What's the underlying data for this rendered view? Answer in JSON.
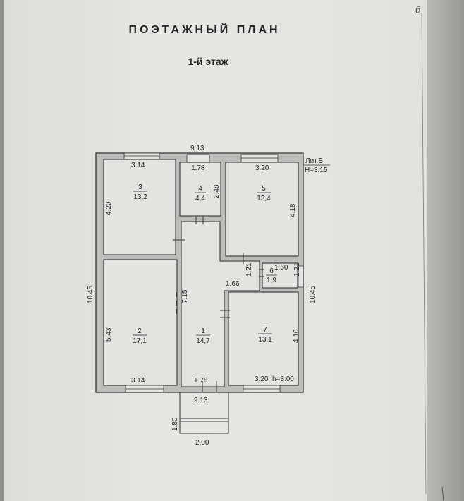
{
  "page": {
    "title": "ПОЭТАЖНЫЙ ПЛАН",
    "floor": "1-й этаж",
    "page_number": "6"
  },
  "building": {
    "letter": "Лит.Б",
    "height": "H=3.15",
    "inner_height": "h=3.00"
  },
  "dimensions": {
    "top_width": "9.13",
    "bottom_width": "9.13",
    "left_height": "10.45",
    "right_height": "10.45",
    "porch_depth": "1.80",
    "porch_width": "2.00",
    "room3_width": "3.14",
    "room3_height": "4.20",
    "room4_width": "1.78",
    "room4_height": "2.48",
    "room5_width": "3.20",
    "room5_height": "4.18",
    "room6_width": "1.60",
    "room6_left_height": "1.21",
    "room6_right_height": "1.21",
    "corridor_width_mid": "1.66",
    "room1_height": "7.15",
    "room2_height": "5.43",
    "room2_width": "3.14",
    "room1_width": "1.78",
    "room7_width": "3.20",
    "room7_height": "4.10"
  },
  "rooms": [
    {
      "num": "1",
      "area": "14,7"
    },
    {
      "num": "2",
      "area": "17,1"
    },
    {
      "num": "3",
      "area": "13,2"
    },
    {
      "num": "4",
      "area": "4,4"
    },
    {
      "num": "5",
      "area": "13,4"
    },
    {
      "num": "6",
      "area": "1,9"
    },
    {
      "num": "7",
      "area": "13,1"
    }
  ]
}
